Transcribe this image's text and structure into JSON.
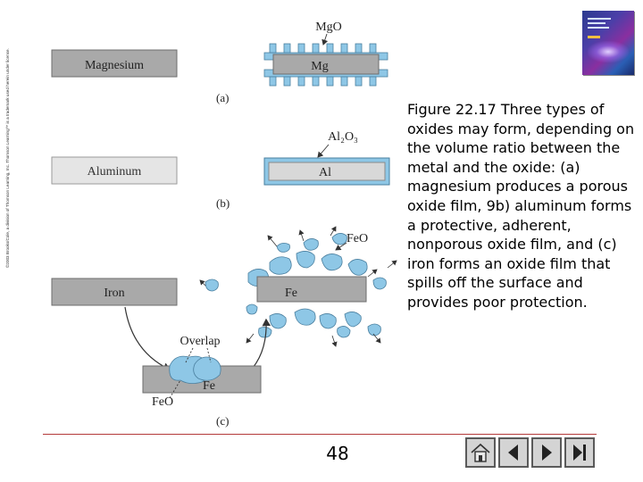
{
  "copyright": "©2003 Brooks/Cole, a division of Thomson Learning, Inc. Thomson Learning™ is a trademark used herein under license.",
  "diagram": {
    "panel_a": {
      "metal_label": "Magnesium",
      "oxide_label": "MgO",
      "metal_symbol": "Mg",
      "tag": "(a)"
    },
    "panel_b": {
      "metal_label": "Aluminum",
      "oxide_label": "Al₂O₃",
      "metal_symbol": "Al",
      "tag": "(b)"
    },
    "panel_c": {
      "metal_label": "Iron",
      "oxide_label": "FeO",
      "metal_symbol": "Fe",
      "tag": "(c)",
      "overlap_label": "Overlap",
      "lower_metal_symbol": "Fe",
      "lower_oxide_label": "FeO"
    }
  },
  "caption": "Figure 22.17 Three types of oxides may form, depending on the volume ratio between the metal and the oxide: (a) magnesium produces a porous oxide film, 9b) aluminum forms a protective, adherent, nonporous oxide film, and (c) iron forms an oxide film that spills off the surface and provides poor protection.",
  "page_number": "48",
  "navigation": {
    "buttons": [
      "home",
      "previous",
      "next",
      "end"
    ]
  },
  "colors": {
    "metal_fill": "#a9a9a9",
    "oxide_fill": "#8ec7e6",
    "footer_rule": "#b33a3a"
  }
}
